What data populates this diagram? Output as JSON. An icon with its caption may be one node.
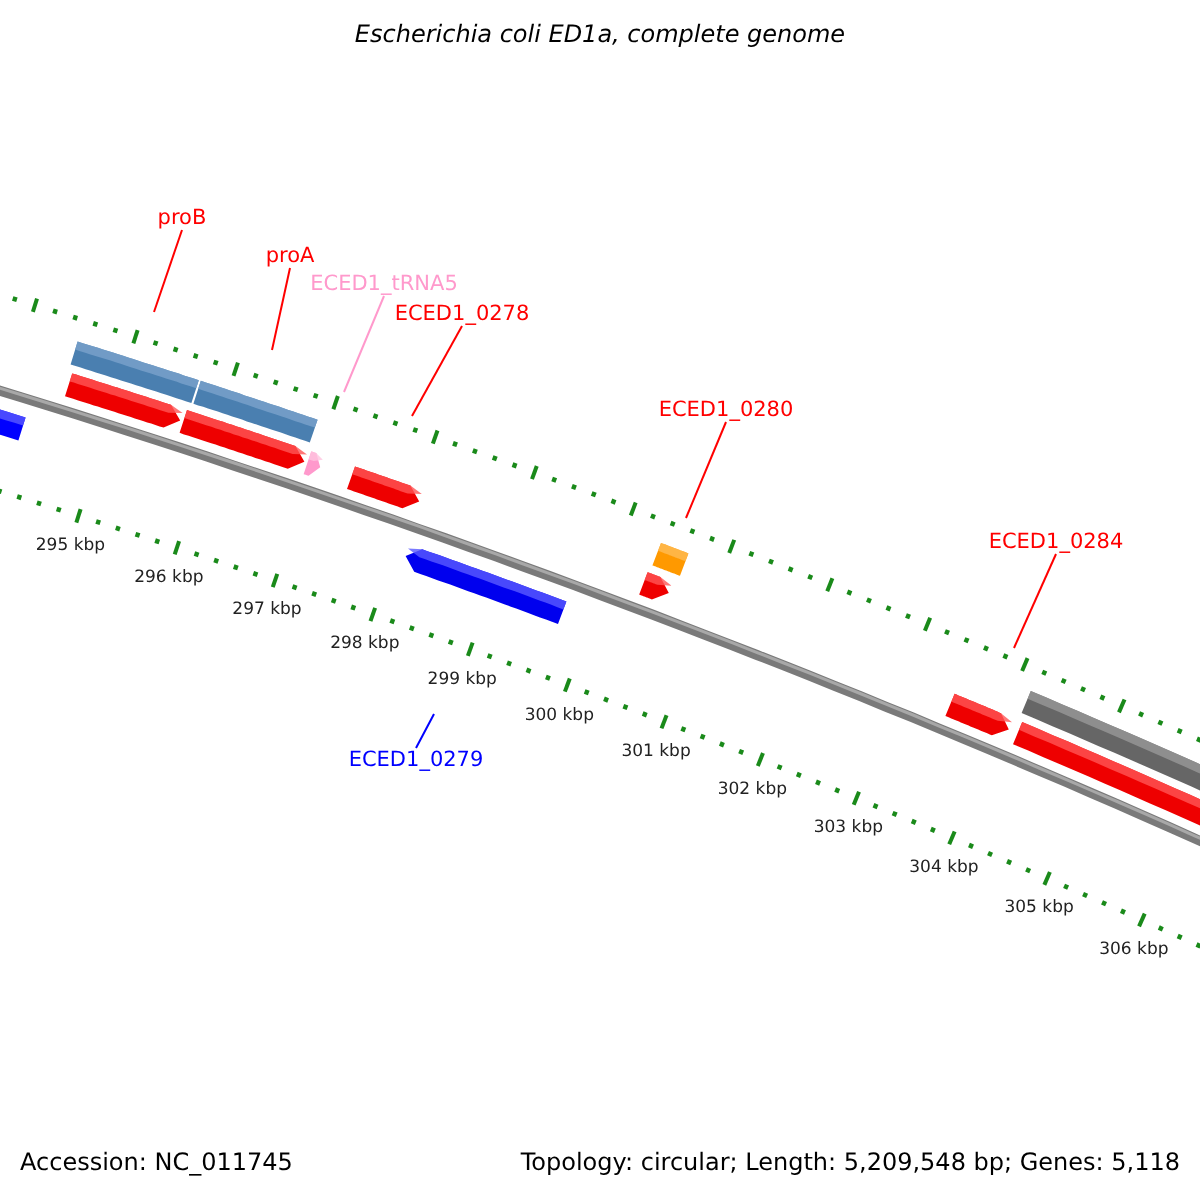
{
  "diagram": {
    "title": "Escherichia coli ED1a, complete genome",
    "nodes": [
      {
        "text": [
          "proB"
        ]
      },
      {
        "text": [
          "proA"
        ]
      },
      {
        "text": [
          "ECED1_tRNA5"
        ]
      },
      {
        "text": [
          "ECED1_0278"
        ]
      },
      {
        "text": [
          "ECED1_0280"
        ]
      },
      {
        "text": [
          "ECED1_0284"
        ]
      },
      {
        "text": [
          "ECED1_0279"
        ]
      }
    ],
    "edges": [
      {
        "from": 0,
        "to": null,
        "arrow": "none"
      },
      {
        "from": 1,
        "to": null,
        "arrow": "none"
      },
      {
        "from": 2,
        "to": null,
        "arrow": "none",
        "color": "#ff99cc"
      },
      {
        "from": 3,
        "to": null,
        "arrow": "none"
      },
      {
        "from": 4,
        "to": null,
        "arrow": "none"
      },
      {
        "from": 5,
        "to": null,
        "arrow": "none"
      },
      {
        "from": 6,
        "to": null,
        "arrow": "none",
        "color": "#0000ff"
      }
    ],
    "labels": [
      "295 kbp",
      "296 kbp",
      "297 kbp",
      "298 kbp",
      "299 kbp",
      "300 kbp",
      "301 kbp",
      "302 kbp",
      "303 kbp",
      "304 kbp",
      "305 kbp",
      "306 kbp",
      "Accession: NC_011745",
      "Topology: circular; Length: 5,209,548 bp; Genes: 5,118"
    ]
  }
}
